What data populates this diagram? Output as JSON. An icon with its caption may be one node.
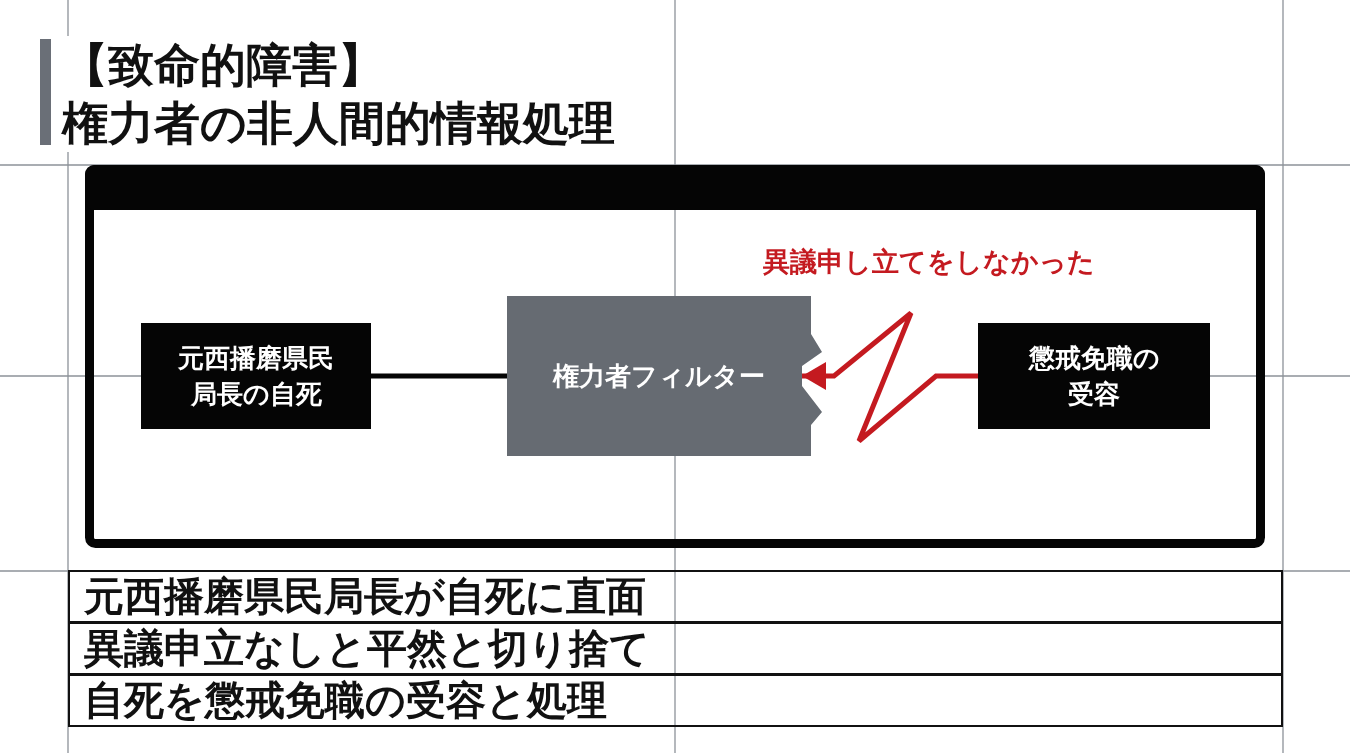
{
  "diagram": {
    "title": "【致命的障害】権力者の非人間的情報処理",
    "nodes": [
      {
        "text": [
          "元西播磨県民局長の自死"
        ]
      },
      {
        "text": [
          "権力者フィルター"
        ]
      },
      {
        "text": [
          "懲戒免職の受容"
        ]
      }
    ],
    "edges": [
      {
        "from": 0,
        "to": 1,
        "arrow": "none"
      },
      {
        "from": 2,
        "to": 1,
        "arrow": "to",
        "label": "異議申し立てをしなかった",
        "color": "#c41a20"
      }
    ],
    "labels": [
      "元西播磨県民局長が自死に直面",
      "異議申立なしと平然と切り捨て",
      "自死を懲戒免職の受容と処理"
    ]
  }
}
